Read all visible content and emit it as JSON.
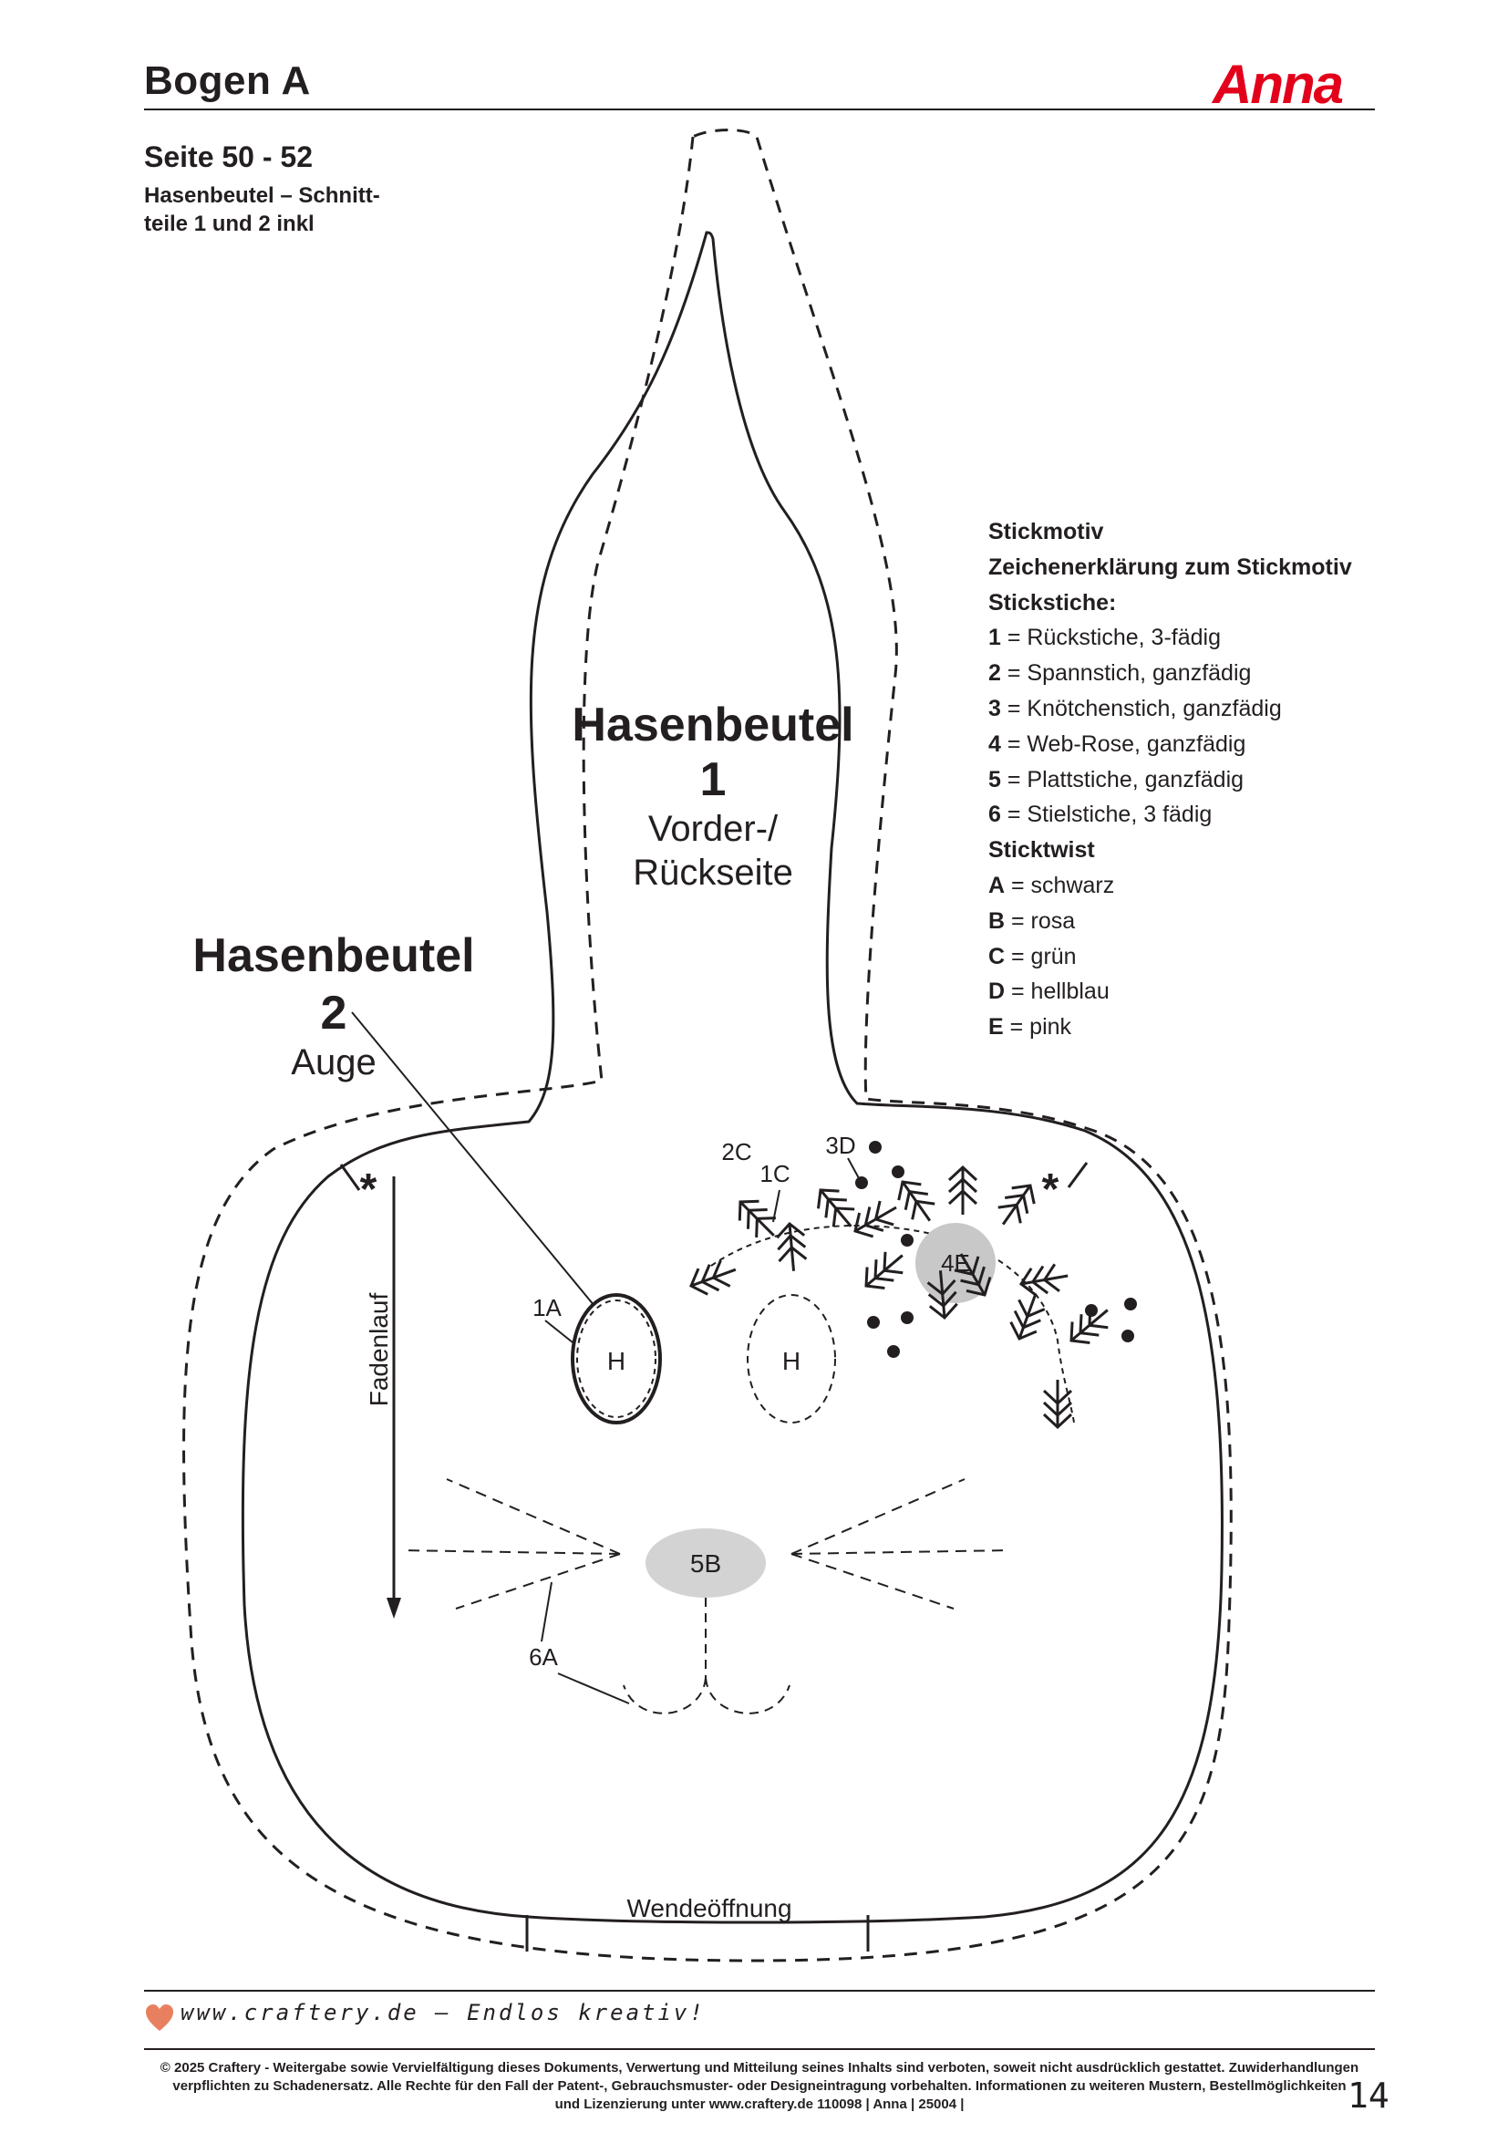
{
  "header": {
    "sheet_title": "Bogen A",
    "brand": "Anna",
    "brand_color": "#e3001b",
    "page_range": "Seite 50 - 52",
    "pattern_description": "Hasenbeutel – Schnitt-teile 1 und 2 inkl"
  },
  "pattern": {
    "piece1": {
      "title": "Hasenbeutel",
      "number": "1",
      "subtitle_line1": "Vorder-/",
      "subtitle_line2": "Rückseite"
    },
    "piece2": {
      "title": "Hasenbeutel",
      "number": "2",
      "subtitle": "Auge"
    },
    "grain_line_label": "Fadenlauf",
    "turning_opening_label": "Wendeöffnung",
    "notch_marks": [
      "*",
      "*"
    ],
    "eye_labels": [
      "H",
      "H"
    ],
    "callouts": [
      "1A",
      "2C",
      "1C",
      "3D",
      "4E",
      "5B",
      "6A"
    ]
  },
  "legend": {
    "title": "Stickmotiv",
    "subtitle": "Zeichenerklärung zum Stickmotiv",
    "stitches_heading": "Stickstiche:",
    "stitches": [
      {
        "key": "1",
        "text": " = Rückstiche, 3-fädig"
      },
      {
        "key": "2",
        "text": " = Spannstich, ganzfädig"
      },
      {
        "key": "3",
        "text": " = Knötchenstich, ganzfädig"
      },
      {
        "key": "4",
        "text": " = Web-Rose, ganzfädig"
      },
      {
        "key": "5",
        "text": " = Plattstiche, ganzfädig"
      },
      {
        "key": "6",
        "text": " = Stielstiche, 3 fädig"
      }
    ],
    "twist_heading": "Sticktwist",
    "twists": [
      {
        "key": "A",
        "text": " = schwarz"
      },
      {
        "key": "B",
        "text": " = rosa"
      },
      {
        "key": "C",
        "text": " = grün"
      },
      {
        "key": "D",
        "text": " = hellblau"
      },
      {
        "key": "E",
        "text": " = pink"
      }
    ]
  },
  "footer": {
    "slogan": "www.craftery.de – Endlos kreativ!",
    "heart_icon": "heart-icon",
    "heart_color": "#e8805f",
    "copyright_line1": "© 2025 Craftery - Weitergabe sowie Vervielfältigung dieses Dokuments, Verwertung und Mitteilung seines Inhalts sind verboten, soweit nicht ausdrücklich gestattet. Zuwiderhandlungen",
    "copyright_line2": "verpflichten zu Schadenersatz. Alle Rechte für den Fall der Patent-, Gebrauchsmuster- oder Designeintragung vorbehalten. Informationen zu weiteren Mustern, Bestellmöglichkeiten",
    "copyright_line3": "und Lizenzierung unter www.craftery.de  110098 | Anna | 25004 |",
    "page_number": "14"
  }
}
